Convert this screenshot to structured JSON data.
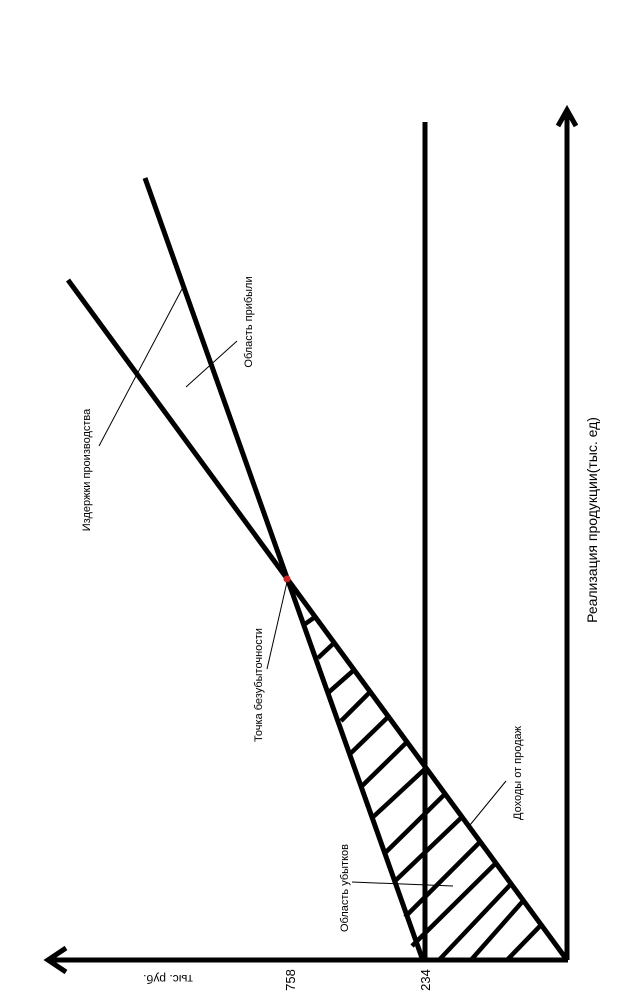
{
  "axes": {
    "y_label": "тыс. руб.",
    "x_label": "Реализация продукции(тыс. ед)"
  },
  "ticks": {
    "t758": "758",
    "t234": "234"
  },
  "labels": {
    "costs": "Издержки производства",
    "profit": "Область прибыли",
    "breakeven": "Точка безубыточности",
    "revenue": "Доходы от продаж",
    "loss": "Область убытков"
  },
  "colors": {
    "line": "#000000",
    "breakeven_point": "#cc2222"
  }
}
